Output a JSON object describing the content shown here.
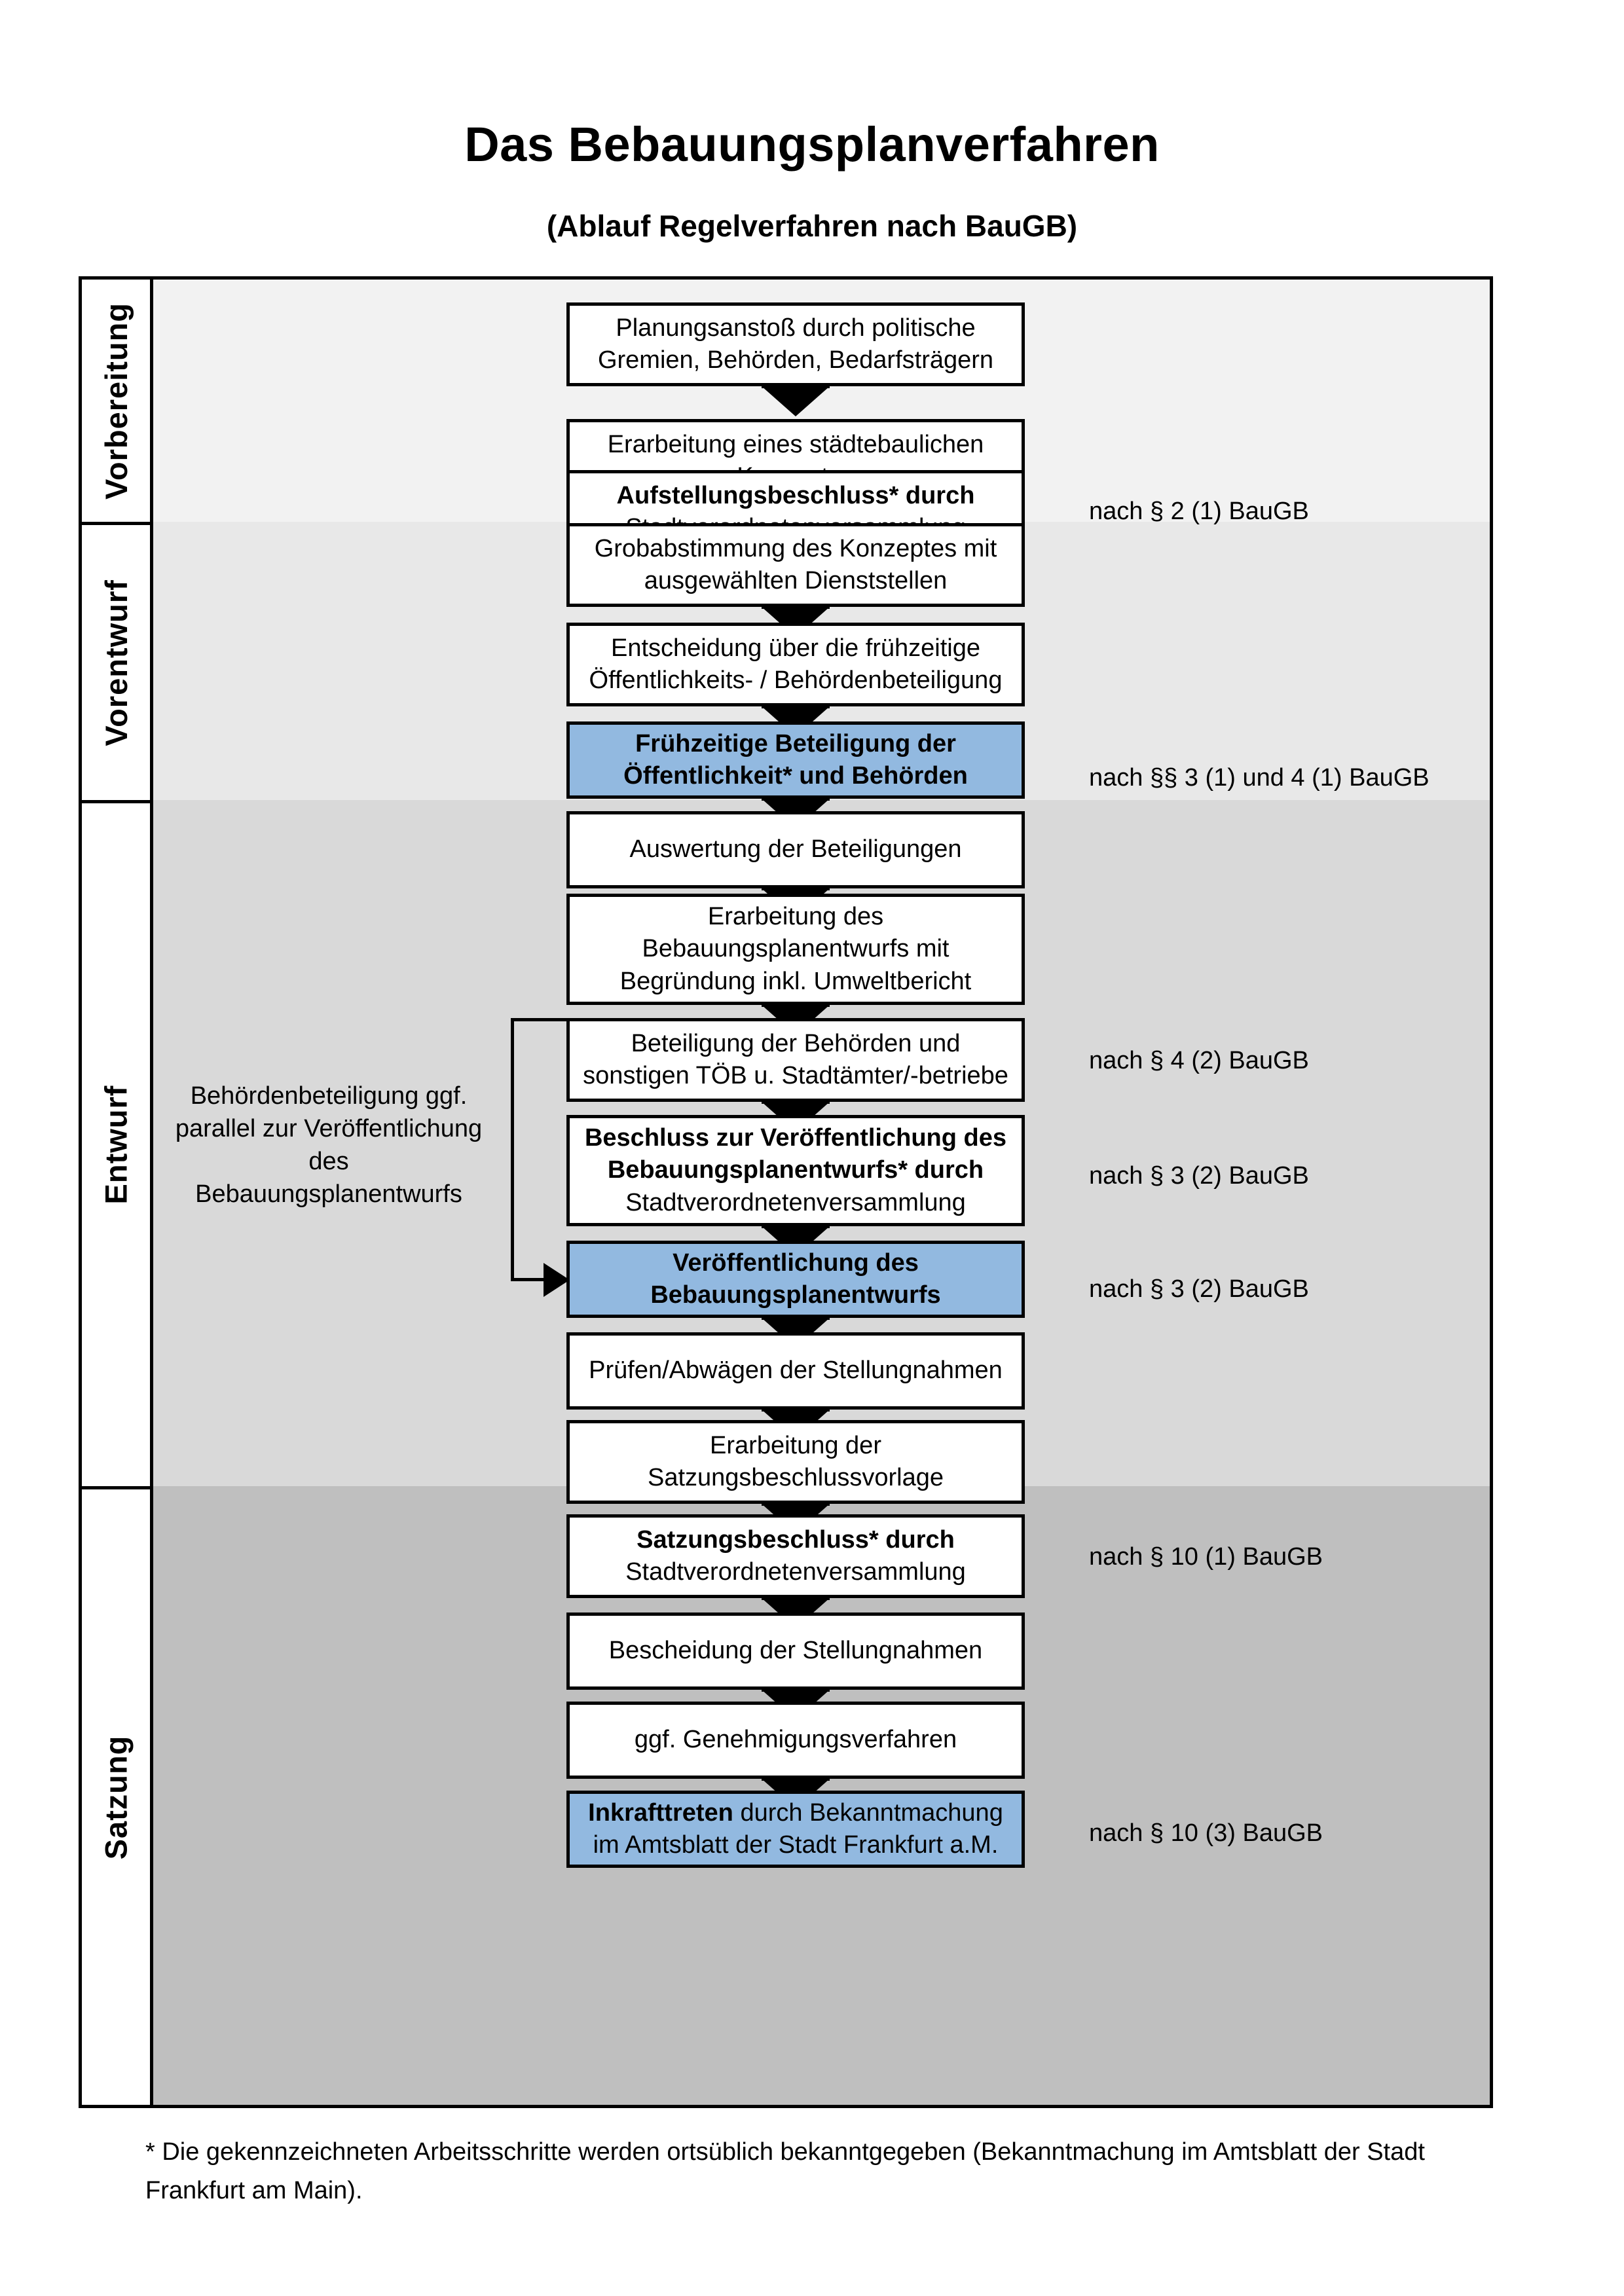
{
  "header": {
    "title": "Das Bebauungsplanverfahren",
    "subtitle": "(Ablauf Regelverfahren nach BauGB)"
  },
  "phases": [
    {
      "id": "vorbereitung",
      "label": "Vorbereitung",
      "band_color": "#F2F2F2"
    },
    {
      "id": "vorentwurf",
      "label": "Vorentwurf",
      "band_color": "#E8E8E8"
    },
    {
      "id": "entwurf",
      "label": "Entwurf",
      "band_color": "#D9D9D9"
    },
    {
      "id": "satzung",
      "label": "Satzung",
      "band_color": "#BFBFBF"
    }
  ],
  "nodes": [
    {
      "id": "n1",
      "phase": "vorbereitung",
      "highlight": false,
      "lines": [
        "Planungsanstoß durch politische",
        "Gremien, Behörden, Bedarfsträgern"
      ]
    },
    {
      "id": "n2",
      "phase": "vorbereitung",
      "highlight": false,
      "lines": [
        "Erarbeitung eines städtebaulichen",
        "Konzeptes"
      ]
    },
    {
      "id": "n3",
      "phase": "vorbereitung",
      "highlight": false,
      "lines": [
        "Aufstellungsbeschluss* durch",
        "Stadtverordnetenversammlung"
      ],
      "bold_lines": [
        0
      ]
    },
    {
      "id": "n4",
      "phase": "vorentwurf",
      "highlight": false,
      "lines": [
        "Grobabstimmung des Konzeptes mit",
        "ausgewählten Dienststellen"
      ]
    },
    {
      "id": "n5",
      "phase": "vorentwurf",
      "highlight": false,
      "lines": [
        "Entscheidung über die frühzeitige",
        "Öffentlichkeits- / Behördenbeteiligung"
      ]
    },
    {
      "id": "n6",
      "phase": "vorentwurf",
      "highlight": true,
      "lines": [
        "Frühzeitige Beteiligung der",
        "Öffentlichkeit* und Behörden"
      ],
      "bold_lines": [
        0,
        1
      ]
    },
    {
      "id": "n7",
      "phase": "entwurf",
      "highlight": false,
      "lines": [
        "Auswertung der Beteiligungen"
      ]
    },
    {
      "id": "n8",
      "phase": "entwurf",
      "highlight": false,
      "lines": [
        "Erarbeitung des",
        "Bebauungsplanentwurfs mit",
        "Begründung inkl. Umweltbericht"
      ]
    },
    {
      "id": "n9",
      "phase": "entwurf",
      "highlight": false,
      "lines": [
        "Beteiligung der Behörden und",
        "sonstigen TÖB u. Stadtämter/-betriebe"
      ]
    },
    {
      "id": "n10",
      "phase": "entwurf",
      "highlight": false,
      "lines": [
        "Beschluss zur Veröffentlichung des",
        "Bebauungsplanentwurfs* durch",
        "Stadtverordnetenversammlung"
      ],
      "bold_lines": [
        0,
        1
      ]
    },
    {
      "id": "n11",
      "phase": "entwurf",
      "highlight": true,
      "lines": [
        "Veröffentlichung des",
        "Bebauungsplanentwurfs"
      ],
      "bold_lines": [
        0,
        1
      ]
    },
    {
      "id": "n12",
      "phase": "satzung",
      "highlight": false,
      "lines": [
        "Prüfen/Abwägen der Stellungnahmen"
      ]
    },
    {
      "id": "n13",
      "phase": "satzung",
      "highlight": false,
      "lines": [
        "Erarbeitung der",
        "Satzungsbeschlussvorlage"
      ]
    },
    {
      "id": "n14",
      "phase": "satzung",
      "highlight": false,
      "lines": [
        "Satzungsbeschluss* durch",
        "Stadtverordnetenversammlung"
      ],
      "bold_lines": [
        0
      ]
    },
    {
      "id": "n15",
      "phase": "satzung",
      "highlight": false,
      "lines": [
        "Bescheidung der Stellungnahmen"
      ]
    },
    {
      "id": "n16",
      "phase": "satzung",
      "highlight": false,
      "lines": [
        "ggf. Genehmigungsverfahren"
      ]
    },
    {
      "id": "n17",
      "phase": "satzung",
      "highlight": true,
      "lines": [
        "Inkrafttreten durch Bekanntmachung",
        "im Amtsblatt der Stadt Frankfurt a.M."
      ],
      "bold_lines": []
    }
  ],
  "legal_notes": [
    {
      "id": "l1",
      "text": "nach § 2 (1) BauGB",
      "for_node": "n3"
    },
    {
      "id": "l2",
      "text": "nach §§ 3 (1) und 4 (1) BauGB",
      "for_node": "n6"
    },
    {
      "id": "l3",
      "text": "nach § 4 (2) BauGB",
      "for_node": "n9"
    },
    {
      "id": "l4",
      "text": "nach § 3 (2) BauGB",
      "for_node": "n10"
    },
    {
      "id": "l5",
      "text": "nach § 3 (2) BauGB",
      "for_node": "n11"
    },
    {
      "id": "l6",
      "text": "nach § 10 (1) BauGB",
      "for_node": "n14"
    },
    {
      "id": "l7",
      "text": "nach § 10 (3) BauGB",
      "for_node": "n17"
    }
  ],
  "side_note": {
    "lines": [
      "Behördenbeteiligung",
      "ggf. parallel zur",
      "Veröffentlichung des",
      "Bebauungsplanentwurfs"
    ]
  },
  "footnote": {
    "text": "* Die gekennzeichneten Arbeitsschritte werden ortsüblich bekanntgegeben (Bekanntmachung im Amtsblatt  der Stadt Frankfurt am Main)."
  },
  "colors": {
    "highlight_blue": "#92B9E0",
    "stroke": "#000000",
    "paper": "#FFFFFF"
  }
}
